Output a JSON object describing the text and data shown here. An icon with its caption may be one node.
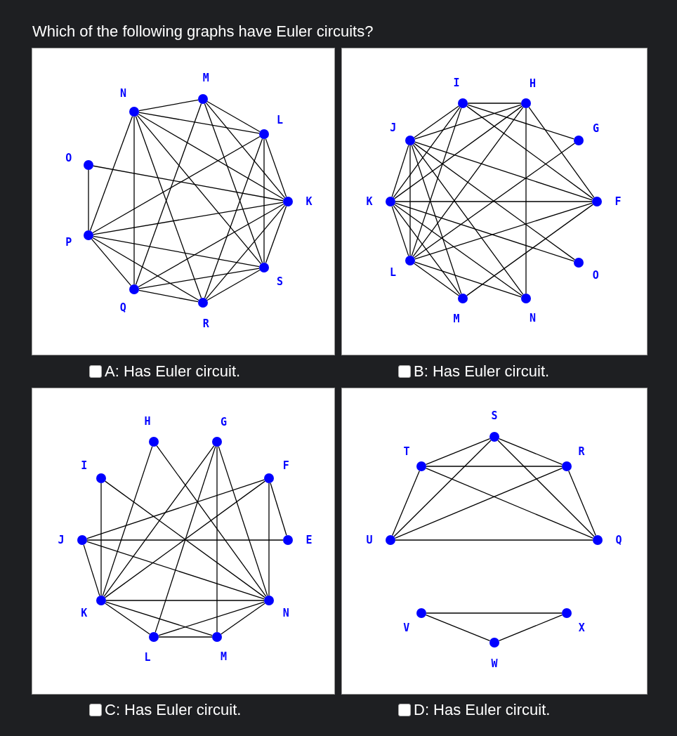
{
  "diagram": {
    "title": "Which of the following graphs have Euler circuits?",
    "nodes": [
      {
        "text": [
          "M"
        ]
      },
      {
        "text": [
          "N"
        ]
      },
      {
        "text": [
          "L"
        ]
      },
      {
        "text": [
          "O"
        ]
      },
      {
        "text": [
          "K"
        ]
      },
      {
        "text": [
          "P"
        ]
      },
      {
        "text": [
          "S"
        ]
      },
      {
        "text": [
          "Q"
        ]
      },
      {
        "text": [
          "R"
        ]
      },
      {
        "text": [
          "I"
        ]
      },
      {
        "text": [
          "H"
        ]
      },
      {
        "text": [
          "J"
        ]
      },
      {
        "text": [
          "G"
        ]
      },
      {
        "text": [
          "K"
        ]
      },
      {
        "text": [
          "F"
        ]
      },
      {
        "text": [
          "L"
        ]
      },
      {
        "text": [
          "O"
        ]
      },
      {
        "text": [
          "M"
        ]
      },
      {
        "text": [
          "N"
        ]
      },
      {
        "text": [
          "H"
        ]
      },
      {
        "text": [
          "G"
        ]
      },
      {
        "text": [
          "I"
        ]
      },
      {
        "text": [
          "F"
        ]
      },
      {
        "text": [
          "J"
        ]
      },
      {
        "text": [
          "E"
        ]
      },
      {
        "text": [
          "K"
        ]
      },
      {
        "text": [
          "N"
        ]
      },
      {
        "text": [
          "L"
        ]
      },
      {
        "text": [
          "M"
        ]
      },
      {
        "text": [
          "S"
        ]
      },
      {
        "text": [
          "T"
        ]
      },
      {
        "text": [
          "R"
        ]
      },
      {
        "text": [
          "U"
        ]
      },
      {
        "text": [
          "Q"
        ]
      },
      {
        "text": [
          "V"
        ]
      },
      {
        "text": [
          "X"
        ]
      },
      {
        "text": [
          "W"
        ]
      }
    ],
    "edges": [
      {
        "from": 1,
        "to": 0,
        "arrow": "none"
      },
      {
        "from": 1,
        "to": 2,
        "arrow": "none"
      },
      {
        "from": 1,
        "to": 4,
        "arrow": "none"
      },
      {
        "from": 1,
        "to": 6,
        "arrow": "none"
      },
      {
        "from": 1,
        "to": 8,
        "arrow": "none"
      },
      {
        "from": 1,
        "to": 7,
        "arrow": "none"
      },
      {
        "from": 1,
        "to": 5,
        "arrow": "none"
      },
      {
        "from": 0,
        "to": 2,
        "arrow": "none"
      },
      {
        "from": 0,
        "to": 4,
        "arrow": "none"
      },
      {
        "from": 0,
        "to": 6,
        "arrow": "none"
      },
      {
        "from": 0,
        "to": 7,
        "arrow": "none"
      },
      {
        "from": 3,
        "to": 5,
        "arrow": "none"
      },
      {
        "from": 3,
        "to": 4,
        "arrow": "none"
      },
      {
        "from": 2,
        "to": 5,
        "arrow": "none"
      },
      {
        "from": 2,
        "to": 6,
        "arrow": "none"
      },
      {
        "from": 2,
        "to": 4,
        "arrow": "none"
      },
      {
        "from": 2,
        "to": 8,
        "arrow": "none"
      },
      {
        "from": 4,
        "to": 5,
        "arrow": "none"
      },
      {
        "from": 4,
        "to": 7,
        "arrow": "none"
      },
      {
        "from": 4,
        "to": 8,
        "arrow": "none"
      },
      {
        "from": 4,
        "to": 6,
        "arrow": "none"
      },
      {
        "from": 5,
        "to": 6,
        "arrow": "none"
      },
      {
        "from": 5,
        "to": 8,
        "arrow": "none"
      },
      {
        "from": 5,
        "to": 7,
        "arrow": "none"
      },
      {
        "from": 6,
        "to": 7,
        "arrow": "none"
      },
      {
        "from": 7,
        "to": 8,
        "arrow": "none"
      },
      {
        "from": 8,
        "to": 6,
        "arrow": "none"
      },
      {
        "from": 9,
        "to": 10,
        "arrow": "none"
      },
      {
        "from": 9,
        "to": 11,
        "arrow": "none"
      },
      {
        "from": 9,
        "to": 13,
        "arrow": "none"
      },
      {
        "from": 9,
        "to": 15,
        "arrow": "none"
      },
      {
        "from": 9,
        "to": 12,
        "arrow": "none"
      },
      {
        "from": 9,
        "to": 14,
        "arrow": "none"
      },
      {
        "from": 10,
        "to": 11,
        "arrow": "none"
      },
      {
        "from": 10,
        "to": 13,
        "arrow": "none"
      },
      {
        "from": 10,
        "to": 15,
        "arrow": "none"
      },
      {
        "from": 10,
        "to": 14,
        "arrow": "none"
      },
      {
        "from": 10,
        "to": 18,
        "arrow": "none"
      },
      {
        "from": 11,
        "to": 13,
        "arrow": "none"
      },
      {
        "from": 11,
        "to": 15,
        "arrow": "none"
      },
      {
        "from": 11,
        "to": 14,
        "arrow": "none"
      },
      {
        "from": 11,
        "to": 17,
        "arrow": "none"
      },
      {
        "from": 11,
        "to": 18,
        "arrow": "none"
      },
      {
        "from": 11,
        "to": 16,
        "arrow": "none"
      },
      {
        "from": 13,
        "to": 14,
        "arrow": "none"
      },
      {
        "from": 13,
        "to": 17,
        "arrow": "none"
      },
      {
        "from": 13,
        "to": 18,
        "arrow": "none"
      },
      {
        "from": 13,
        "to": 16,
        "arrow": "none"
      },
      {
        "from": 13,
        "to": 15,
        "arrow": "none"
      },
      {
        "from": 15,
        "to": 14,
        "arrow": "none"
      },
      {
        "from": 15,
        "to": 17,
        "arrow": "none"
      },
      {
        "from": 15,
        "to": 18,
        "arrow": "none"
      },
      {
        "from": 15,
        "to": 12,
        "arrow": "none"
      },
      {
        "from": 17,
        "to": 14,
        "arrow": "none"
      },
      {
        "from": 19,
        "to": 25,
        "arrow": "none"
      },
      {
        "from": 19,
        "to": 26,
        "arrow": "none"
      },
      {
        "from": 20,
        "to": 25,
        "arrow": "none"
      },
      {
        "from": 20,
        "to": 27,
        "arrow": "none"
      },
      {
        "from": 20,
        "to": 28,
        "arrow": "none"
      },
      {
        "from": 20,
        "to": 26,
        "arrow": "none"
      },
      {
        "from": 21,
        "to": 25,
        "arrow": "none"
      },
      {
        "from": 21,
        "to": 26,
        "arrow": "none"
      },
      {
        "from": 22,
        "to": 23,
        "arrow": "none"
      },
      {
        "from": 22,
        "to": 25,
        "arrow": "none"
      },
      {
        "from": 22,
        "to": 24,
        "arrow": "none"
      },
      {
        "from": 22,
        "to": 26,
        "arrow": "none"
      },
      {
        "from": 23,
        "to": 24,
        "arrow": "none"
      },
      {
        "from": 23,
        "to": 25,
        "arrow": "none"
      },
      {
        "from": 23,
        "to": 26,
        "arrow": "none"
      },
      {
        "from": 25,
        "to": 26,
        "arrow": "none"
      },
      {
        "from": 25,
        "to": 27,
        "arrow": "none"
      },
      {
        "from": 25,
        "to": 28,
        "arrow": "none"
      },
      {
        "from": 26,
        "to": 27,
        "arrow": "none"
      },
      {
        "from": 26,
        "to": 28,
        "arrow": "none"
      },
      {
        "from": 27,
        "to": 28,
        "arrow": "none"
      },
      {
        "from": 29,
        "to": 30,
        "arrow": "none"
      },
      {
        "from": 29,
        "to": 31,
        "arrow": "none"
      },
      {
        "from": 29,
        "to": 32,
        "arrow": "none"
      },
      {
        "from": 29,
        "to": 33,
        "arrow": "none"
      },
      {
        "from": 30,
        "to": 31,
        "arrow": "none"
      },
      {
        "from": 30,
        "to": 32,
        "arrow": "none"
      },
      {
        "from": 30,
        "to": 33,
        "arrow": "none"
      },
      {
        "from": 31,
        "to": 32,
        "arrow": "none"
      },
      {
        "from": 31,
        "to": 33,
        "arrow": "none"
      },
      {
        "from": 32,
        "to": 33,
        "arrow": "none"
      },
      {
        "from": 34,
        "to": 35,
        "arrow": "none"
      },
      {
        "from": 34,
        "to": 36,
        "arrow": "none"
      },
      {
        "from": 36,
        "to": 35,
        "arrow": "none"
      }
    ],
    "labels": [
      "A: Has Euler circuit.",
      "B: Has Euler circuit.",
      "C: Has Euler circuit.",
      "D: Has Euler circuit."
    ]
  }
}
